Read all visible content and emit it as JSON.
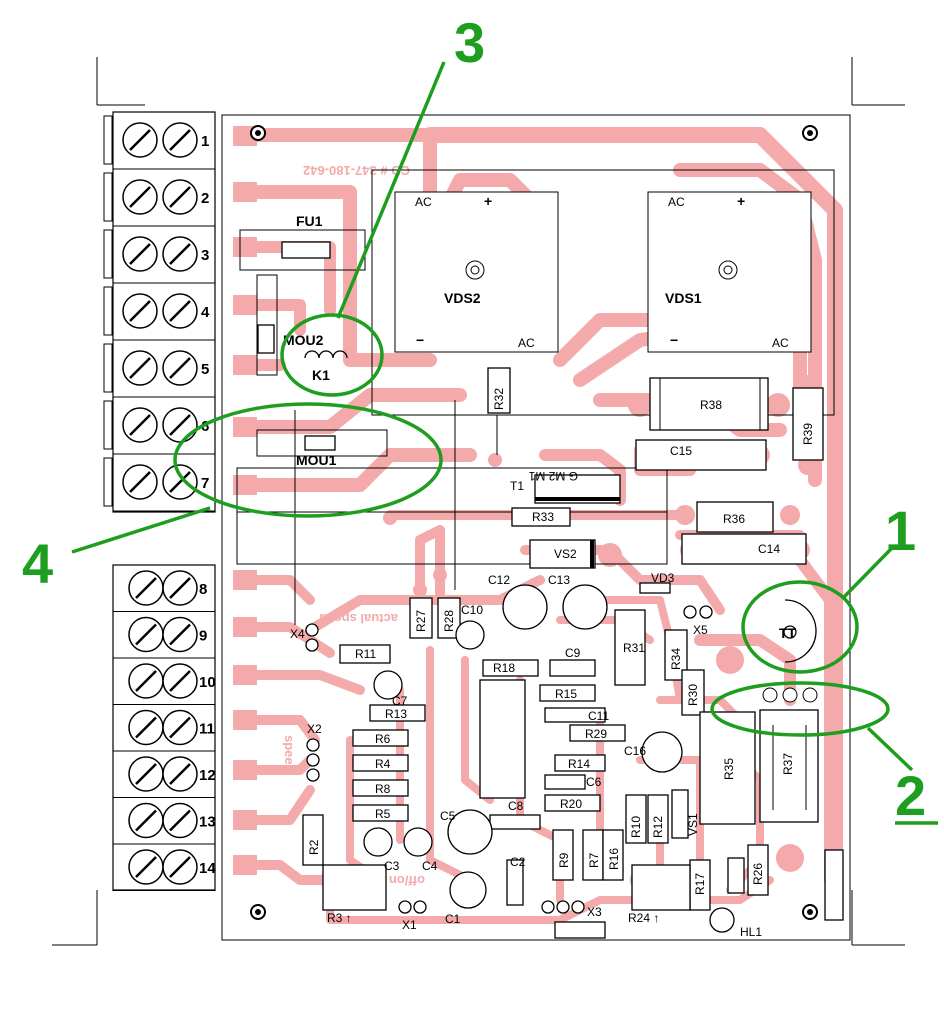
{
  "board": {
    "code_mirrored": "CD # 347-180-642",
    "silkscreen_speed": "actual speed",
    "silkscreen_speed2": "speed",
    "silkscreen_offon": "off/on"
  },
  "terminals": [
    "1",
    "2",
    "3",
    "4",
    "5",
    "6",
    "7",
    "8",
    "9",
    "10",
    "11",
    "12",
    "13",
    "14"
  ],
  "callouts": [
    "1",
    "2",
    "3",
    "4"
  ],
  "components": {
    "FU1": "FU1",
    "MOU2": "MOU2",
    "K1": "K1",
    "MOU1": "MOU1",
    "VDS2": "VDS2",
    "VDS1": "VDS1",
    "AC": "AC",
    "plus": "+",
    "minus": "−",
    "R32": "R32",
    "R38": "R38",
    "R39": "R39",
    "C15": "C15",
    "T1": "T1",
    "R33": "R33",
    "R36": "R36",
    "VS2": "VS2",
    "C14": "C14",
    "VD3": "VD3",
    "C12": "C12",
    "C13": "C13",
    "R27": "R27",
    "R28": "R28",
    "C10": "C10",
    "X4": "X4",
    "X5": "X5",
    "R11": "R11",
    "R18": "R18",
    "C9": "C9",
    "R31": "R31",
    "R34": "R34",
    "TT": "TT",
    "C7": "C7",
    "R30": "R30",
    "R15": "R15",
    "R13": "R13",
    "C11": "C11",
    "R29": "R29",
    "X2": "X2",
    "R6": "R6",
    "R4": "R4",
    "R14": "R14",
    "C6": "C6",
    "C16": "C16",
    "R35": "R35",
    "R37": "R37",
    "R8": "R8",
    "R5": "R5",
    "C8": "C8",
    "R20": "R20",
    "R10": "R10",
    "R12": "R12",
    "VS1": "VS1",
    "C5": "C5",
    "R2": "R2",
    "C3": "C3",
    "C4": "C4",
    "R9": "R9",
    "R7": "R7",
    "R16": "R16",
    "C2": "C2",
    "R17": "R17",
    "R26": "R26",
    "R3": "R3 ↑",
    "X1": "X1",
    "C1": "C1",
    "X3": "X3",
    "R24": "R24 ↑",
    "HL1": "HL1",
    "T1pins": "G M2 M1"
  },
  "colors": {
    "trace": "#f4aaaa",
    "callout": "#1e9e1e",
    "outline": "#000000"
  }
}
